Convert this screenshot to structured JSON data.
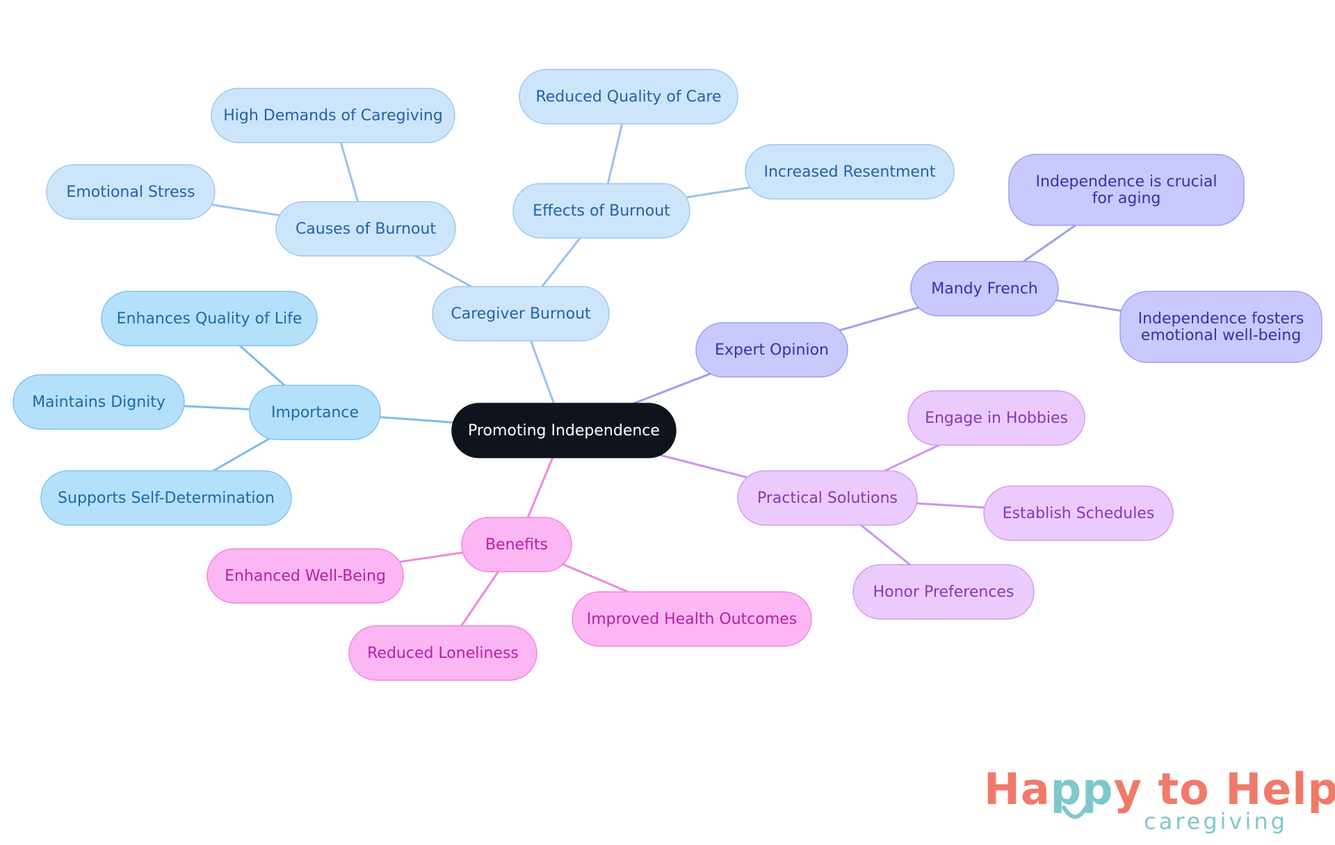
{
  "diagram": {
    "root": {
      "id": "root",
      "label": "Promoting Independence"
    },
    "nodes": [
      {
        "id": "importance",
        "label": "Importance",
        "parent": "root",
        "branch": "blue"
      },
      {
        "id": "enhances_quality",
        "label": "Enhances Quality of Life",
        "parent": "importance",
        "branch": "blue"
      },
      {
        "id": "maintains_dignity",
        "label": "Maintains Dignity",
        "parent": "importance",
        "branch": "blue"
      },
      {
        "id": "self_determination",
        "label": "Supports Self-Determination",
        "parent": "importance",
        "branch": "blue"
      },
      {
        "id": "caregiver_burnout",
        "label": "Caregiver Burnout",
        "parent": "root",
        "branch": "lightblue"
      },
      {
        "id": "causes_burnout",
        "label": "Causes of Burnout",
        "parent": "caregiver_burnout",
        "branch": "lightblue"
      },
      {
        "id": "high_demands",
        "label": "High Demands of Caregiving",
        "parent": "causes_burnout",
        "branch": "lightblue"
      },
      {
        "id": "emotional_stress",
        "label": "Emotional Stress",
        "parent": "causes_burnout",
        "branch": "lightblue"
      },
      {
        "id": "effects_burnout",
        "label": "Effects of Burnout",
        "parent": "caregiver_burnout",
        "branch": "lightblue"
      },
      {
        "id": "reduced_quality_care",
        "label": "Reduced Quality of Care",
        "parent": "effects_burnout",
        "branch": "lightblue"
      },
      {
        "id": "increased_resentment",
        "label": "Increased Resentment",
        "parent": "effects_burnout",
        "branch": "lightblue"
      },
      {
        "id": "expert_opinion",
        "label": "Expert Opinion",
        "parent": "root",
        "branch": "indigo"
      },
      {
        "id": "mandy_french",
        "label": "Mandy French",
        "parent": "expert_opinion",
        "branch": "indigo"
      },
      {
        "id": "crucial_aging",
        "label": "Independence is crucial for aging",
        "parent": "mandy_french",
        "branch": "indigo"
      },
      {
        "id": "fosters_wellbeing",
        "label": "Independence fosters emotional well-being",
        "parent": "mandy_french",
        "branch": "indigo"
      },
      {
        "id": "practical_solutions",
        "label": "Practical Solutions",
        "parent": "root",
        "branch": "violet"
      },
      {
        "id": "engage_hobbies",
        "label": "Engage in Hobbies",
        "parent": "practical_solutions",
        "branch": "violet"
      },
      {
        "id": "establish_schedules",
        "label": "Establish Schedules",
        "parent": "practical_solutions",
        "branch": "violet"
      },
      {
        "id": "honor_preferences",
        "label": "Honor Preferences",
        "parent": "practical_solutions",
        "branch": "violet"
      },
      {
        "id": "benefits",
        "label": "Benefits",
        "parent": "root",
        "branch": "pink"
      },
      {
        "id": "enhanced_wellbeing",
        "label": "Enhanced Well-Being",
        "parent": "benefits",
        "branch": "pink"
      },
      {
        "id": "reduced_loneliness",
        "label": "Reduced Loneliness",
        "parent": "benefits",
        "branch": "pink"
      },
      {
        "id": "improved_health",
        "label": "Improved Health Outcomes",
        "parent": "benefits",
        "branch": "pink"
      }
    ]
  },
  "colors": {
    "root": {
      "fill": "#0f141c",
      "stroke": "#0f141c",
      "text": "#ffffff",
      "edge": "#0f141c"
    },
    "blue": {
      "fill": "#b5e0fc",
      "stroke": "#7cc4f1",
      "text": "#1a6aa6",
      "edge": "#7bbde9"
    },
    "lightblue": {
      "fill": "#cde5fb",
      "stroke": "#9cc8ef",
      "text": "#2262a8",
      "edge": "#99c3ea"
    },
    "indigo": {
      "fill": "#c9c9fd",
      "stroke": "#9c9cef",
      "text": "#3631a8",
      "edge": "#9f9ee9"
    },
    "violet": {
      "fill": "#ebcbfd",
      "stroke": "#d29af2",
      "text": "#8a36b8",
      "edge": "#cc92ee"
    },
    "pink": {
      "fill": "#fcb6f3",
      "stroke": "#f184e3",
      "text": "#b520a7",
      "edge": "#ee88dd"
    }
  },
  "logo": {
    "part1": "Ha",
    "part2": "pp",
    "part3": "y to Help",
    "subtitle": "caregiving"
  }
}
